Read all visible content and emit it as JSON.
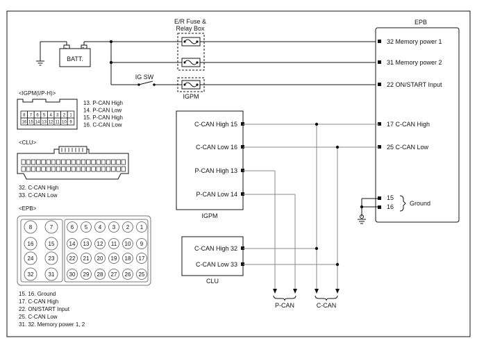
{
  "frame": {
    "border_color": "#111111",
    "background": "#ffffff"
  },
  "battery": {
    "label": "BATT."
  },
  "fuse_box": {
    "line1": "E/R Fuse &",
    "line2": "Relay Box"
  },
  "ig_sw": {
    "label": "IG SW"
  },
  "igpm_fuse": {
    "label": "IGPM"
  },
  "epb": {
    "title": "EPB",
    "pins": [
      {
        "num": "32",
        "label": "Memory power 1"
      },
      {
        "num": "31",
        "label": "Memory power 2"
      },
      {
        "num": "22",
        "label": "ON/START Input"
      },
      {
        "num": "17",
        "label": "C-CAN High"
      },
      {
        "num": "25",
        "label": "C-CAN Low"
      }
    ],
    "ground_pins": [
      "15",
      "16"
    ],
    "ground_label": "Ground"
  },
  "igpm_box": {
    "caption": "IGPM",
    "pins": [
      "C-CAN High 15",
      "C-CAN Low 16",
      "P-CAN High 13",
      "P-CAN Low 14"
    ]
  },
  "clu_box": {
    "caption": "CLU",
    "pins": [
      "C-CAN High 32",
      "C-CAN Low 33"
    ]
  },
  "buses": {
    "pcan": "P-CAN",
    "ccan": "C-CAN"
  },
  "igpm_connector": {
    "title": "<IGPM(I/P-H)>",
    "row1": [
      "8",
      "7",
      "6",
      "5",
      "4",
      "3",
      "2",
      "1"
    ],
    "row2": [
      "16",
      "15",
      "14",
      "13",
      "12",
      "11",
      "10",
      "9"
    ],
    "legend": [
      "13. P-CAN High",
      "14. P-CAN Low",
      "15. P-CAN High",
      "16. C-CAN Low"
    ]
  },
  "clu_connector": {
    "title": "<CLU>",
    "legend": [
      "32. C-CAN High",
      "33. C-CAN Low"
    ]
  },
  "epb_connector": {
    "title": "<EPB>",
    "left_rows": [
      [
        "8",
        "7"
      ],
      [
        "16",
        "15"
      ],
      [
        "24",
        "23"
      ],
      [
        "32",
        "31"
      ]
    ],
    "right_rows": [
      [
        "6",
        "5",
        "4",
        "3",
        "2",
        "1"
      ],
      [
        "14",
        "13",
        "12",
        "11",
        "10",
        "9"
      ],
      [
        "22",
        "21",
        "20",
        "19",
        "18",
        "17"
      ],
      [
        "30",
        "29",
        "28",
        "27",
        "26",
        "25"
      ]
    ],
    "legend": [
      "15. 16. Ground",
      "17. C-CAN High",
      "22. ON/START Input",
      "25. C-CAN Low",
      "31. 32. Memory power 1, 2"
    ]
  }
}
